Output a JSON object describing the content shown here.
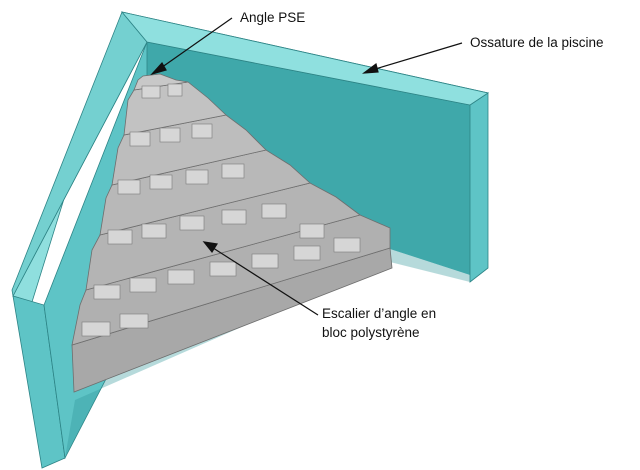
{
  "labels": {
    "angle": "Angle PSE",
    "frame": "Ossature de la piscine",
    "stair_line1": "Escalier d’angle en",
    "stair_line2": "bloc polystyrène"
  },
  "colors": {
    "wall_face": "#5ec4c6",
    "wall_inner": "#3aa6a8",
    "wall_top": "#8fe0df",
    "wall_edge": "#2d8486",
    "block_front": "#a6a6a6",
    "block_top": "#cfcfcf",
    "block_edge": "#6e6e6e",
    "leader": "#111111"
  }
}
